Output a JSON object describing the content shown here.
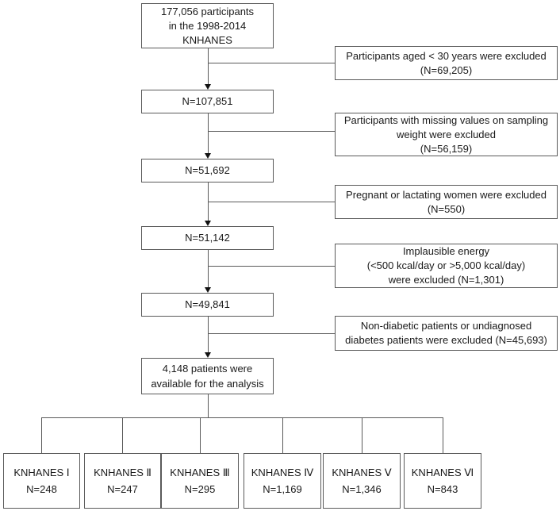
{
  "colors": {
    "box_border": "#5a5a5a",
    "connector_line": "#5a5a5a",
    "arrowhead": "#111111",
    "text": "#1a1a1a",
    "background": "#ffffff"
  },
  "start_box": {
    "lines": [
      "177,056 participants",
      "in the 1998-2014",
      "KNHANES"
    ]
  },
  "count_boxes": [
    "N=107,851",
    "N=51,692",
    "N=51,142",
    "N=49,841"
  ],
  "exclusion_boxes": [
    {
      "lines": [
        "Participants aged < 30 years were excluded",
        "(N=69,205)"
      ]
    },
    {
      "lines": [
        "Participants with missing values on sampling",
        "weight were excluded",
        "(N=56,159)"
      ]
    },
    {
      "lines": [
        "Pregnant or lactating women were excluded",
        "(N=550)"
      ]
    },
    {
      "lines": [
        "Implausible energy",
        "(<500 kcal/day or >5,000 kcal/day)",
        "were excluded (N=1,301)"
      ]
    },
    {
      "lines": [
        "Non-diabetic patients or undiagnosed",
        "diabetes patients were excluded (N=45,693)"
      ]
    }
  ],
  "final_box": {
    "lines": [
      "4,148 patients were",
      "available for the analysis"
    ]
  },
  "survey_boxes": [
    {
      "name": "KNHANES Ⅰ",
      "count": "N=248"
    },
    {
      "name": "KNHANES Ⅱ",
      "count": "N=247"
    },
    {
      "name": "KNHANES Ⅲ",
      "count": "N=295"
    },
    {
      "name": "KNHANES Ⅳ",
      "count": "N=1,169"
    },
    {
      "name": "KNHANES Ⅴ",
      "count": "N=1,346"
    },
    {
      "name": "KNHANES Ⅵ",
      "count": "N=843"
    }
  ]
}
